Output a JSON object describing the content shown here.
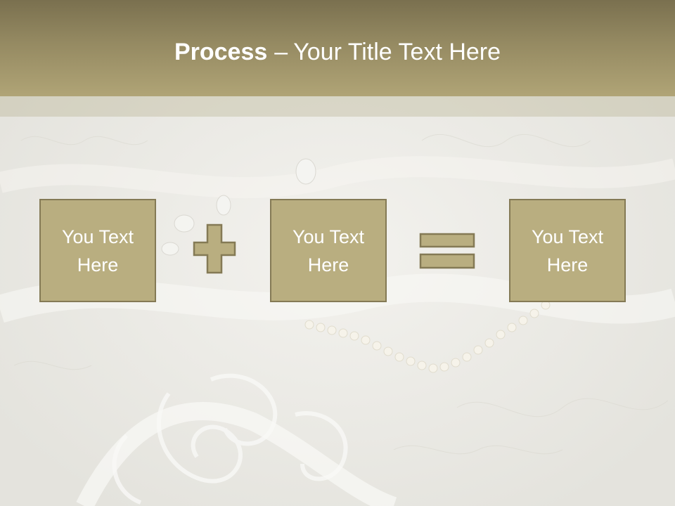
{
  "slide": {
    "title_bold": "Process",
    "title_separator": "–",
    "title_rest": "Your Title Text Here",
    "boxes": [
      {
        "label": "You Text Here"
      },
      {
        "label": "You Text Here"
      },
      {
        "label": "You Text Here"
      }
    ],
    "operators": [
      "plus-icon",
      "equals-icon"
    ]
  },
  "colors": {
    "title_bar_top": "#7a704f",
    "title_bar_bottom": "#b0a476",
    "box_fill": "#b9ae80",
    "box_border": "#847a55",
    "background": "#eeede8"
  }
}
